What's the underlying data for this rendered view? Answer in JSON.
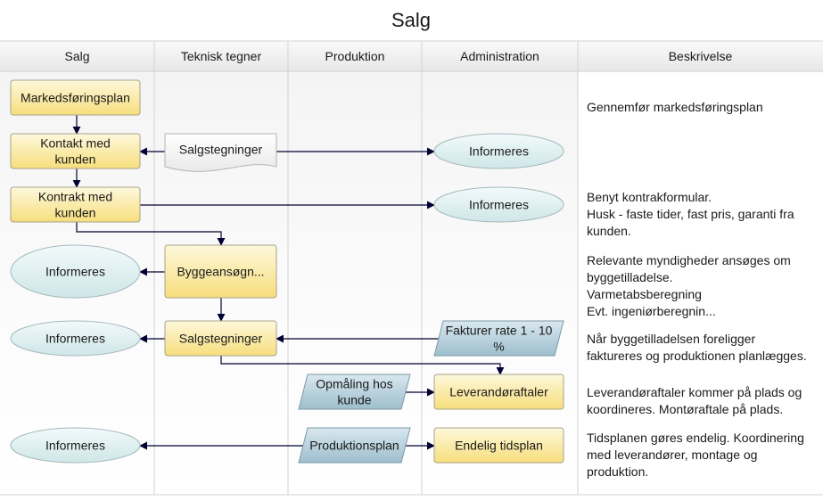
{
  "title": "Salg",
  "lanes": [
    {
      "id": "salg",
      "label": "Salg"
    },
    {
      "id": "teknisk",
      "label": "Teknisk tegner"
    },
    {
      "id": "produktion",
      "label": "Produktion"
    },
    {
      "id": "administration",
      "label": "Administration"
    },
    {
      "id": "beskrivelse",
      "label": "Beskrivelse"
    }
  ],
  "nodes": [
    {
      "id": "markedsplan",
      "shape": "process",
      "lines": [
        "Markedsføringsplan"
      ]
    },
    {
      "id": "kontakt",
      "shape": "process",
      "lines": [
        "Kontakt med",
        "kunden"
      ]
    },
    {
      "id": "salgstegn1",
      "shape": "document",
      "lines": [
        "Salgstegninger"
      ]
    },
    {
      "id": "inf_admin1",
      "shape": "ellipse",
      "lines": [
        "Informeres"
      ]
    },
    {
      "id": "kontrakt",
      "shape": "process",
      "lines": [
        "Kontrakt med",
        "kunden"
      ]
    },
    {
      "id": "inf_admin2",
      "shape": "ellipse",
      "lines": [
        "Informeres"
      ]
    },
    {
      "id": "inf_salg1",
      "shape": "ellipse",
      "lines": [
        "Informeres"
      ]
    },
    {
      "id": "byggeans",
      "shape": "process",
      "lines": [
        "Byggeansøgn..."
      ]
    },
    {
      "id": "inf_salg2",
      "shape": "ellipse",
      "lines": [
        "Informeres"
      ]
    },
    {
      "id": "salgstegn2",
      "shape": "process",
      "lines": [
        "Salgstegninger"
      ]
    },
    {
      "id": "fakturer",
      "shape": "data",
      "lines": [
        "Fakturer rate 1 - 10",
        "%"
      ]
    },
    {
      "id": "opmaling",
      "shape": "data",
      "lines": [
        "Opmåling hos",
        "kunde"
      ]
    },
    {
      "id": "leverandor",
      "shape": "process",
      "lines": [
        "Leverandøraftaler"
      ]
    },
    {
      "id": "inf_salg3",
      "shape": "ellipse",
      "lines": [
        "Informeres"
      ]
    },
    {
      "id": "prodplan",
      "shape": "data",
      "lines": [
        "Produktionsplan"
      ]
    },
    {
      "id": "endelig",
      "shape": "process",
      "lines": [
        "Endelig tidsplan"
      ]
    }
  ],
  "edges": [
    {
      "from": "markedsplan",
      "to": "kontakt"
    },
    {
      "from": "salgstegn1",
      "to": "kontakt"
    },
    {
      "from": "salgstegn1",
      "to": "inf_admin1"
    },
    {
      "from": "kontakt",
      "to": "kontrakt"
    },
    {
      "from": "kontrakt",
      "to": "inf_admin2"
    },
    {
      "from": "kontrakt",
      "to": "byggeans"
    },
    {
      "from": "byggeans",
      "to": "inf_salg1"
    },
    {
      "from": "byggeans",
      "to": "salgstegn2"
    },
    {
      "from": "salgstegn2",
      "to": "inf_salg2"
    },
    {
      "from": "fakturer",
      "to": "salgstegn2"
    },
    {
      "from": "salgstegn2",
      "to": "leverandor"
    },
    {
      "from": "opmaling",
      "to": "leverandor"
    },
    {
      "from": "prodplan",
      "to": "inf_salg3"
    },
    {
      "from": "prodplan",
      "to": "endelig"
    }
  ],
  "descriptions": [
    {
      "id": "d1",
      "lines": [
        "Gennemfør markedsføringsplan"
      ]
    },
    {
      "id": "d2",
      "lines": [
        "Benyt kontrakformular.",
        "Husk - faste tider, fast pris, garanti fra",
        "kunden."
      ]
    },
    {
      "id": "d3",
      "lines": [
        "Relevante myndigheder ansøges om",
        "byggetilladelse.",
        "Varmetabsberegning",
        "Evt. ingeniørberegnin..."
      ]
    },
    {
      "id": "d4",
      "lines": [
        "Når byggetilladelsen foreligger",
        "faktureres og produktionen planlægges."
      ]
    },
    {
      "id": "d5",
      "lines": [
        "Leverandøraftaler kommer på plads og",
        "koordineres. Montøraftale på plads."
      ]
    },
    {
      "id": "d6",
      "lines": [
        "Tidsplanen gøres endelig. Koordinering",
        "med leverandører, montage og",
        "produktion."
      ]
    }
  ]
}
